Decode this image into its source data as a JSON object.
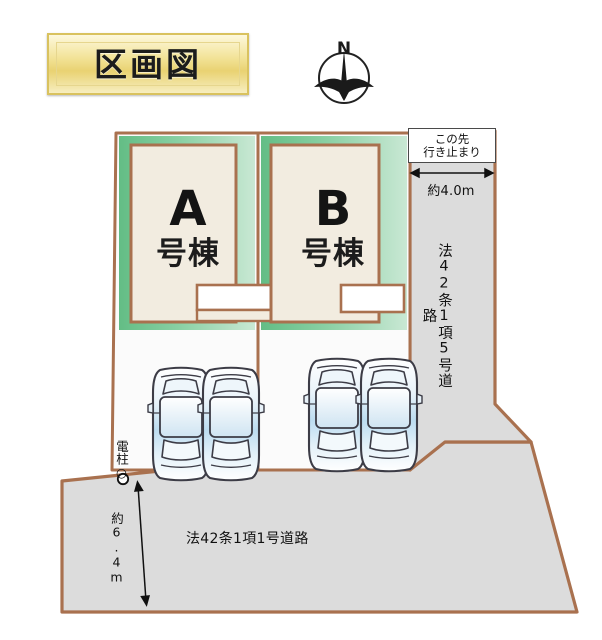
{
  "title": {
    "text": "区画図"
  },
  "compass": {
    "north_label": "N",
    "icon": "compass-north-icon"
  },
  "buildings": [
    {
      "id": "A",
      "letter": "A",
      "suffix": "号棟",
      "parking_spaces": 2
    },
    {
      "id": "B",
      "letter": "B",
      "suffix": "号棟",
      "parking_spaces": 2
    }
  ],
  "annotations": {
    "dead_end": {
      "line1": "この先",
      "line2": "行き止まり"
    },
    "road_width_top": "約4.0m",
    "road_right_label": "法42条1項5号道路",
    "road_bottom_label": "法42条1項1号道路",
    "utility_pole": "電柱○",
    "frontage_left": "約6.4m"
  },
  "colors": {
    "plot_border": "#a9714f",
    "lawn_green": "#7fc79a",
    "building_fill": "#f2ece0",
    "road_gray": "#dcdcdc",
    "parking_white": "#fbfbfb",
    "title_gold": "#e9d272",
    "car_blue": "#cfe6f5"
  },
  "legend": {
    "roads": [
      {
        "name": "法42条1項5号道路",
        "width": "約4.0m",
        "position": "right"
      },
      {
        "name": "法42条1項1号道路",
        "width": "約6.4m",
        "position": "bottom"
      }
    ]
  }
}
